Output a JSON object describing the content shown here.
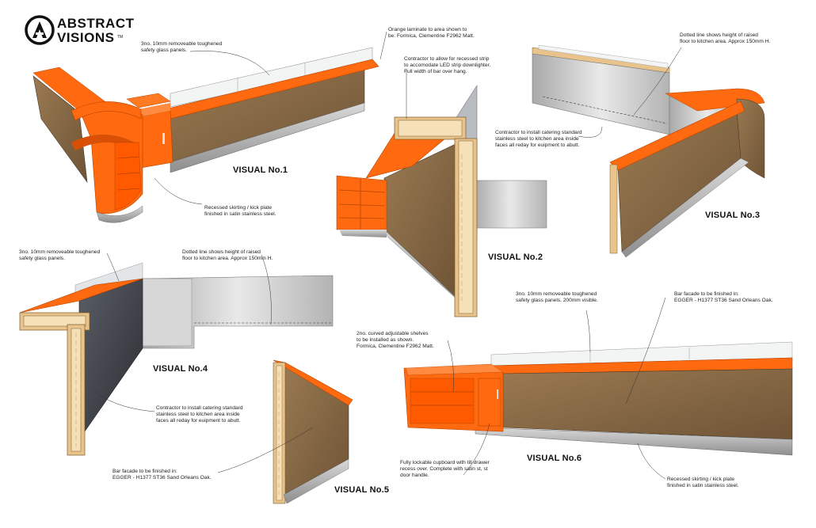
{
  "brand": {
    "line1": "ABSTRACT",
    "line2": "VISIONS",
    "tm": "TM",
    "logo_icon": "a-in-circle-icon"
  },
  "colors": {
    "orange": "#ff6a10",
    "orange_dark": "#d84f05",
    "wood": "#8a6a45",
    "wood_dark": "#6d5233",
    "steel": "#c9c9c9",
    "steel_dark": "#8d8d8d",
    "ply": "#e8c48c",
    "glass": "#f2f4f4",
    "dark_panel": "#3b3e44"
  },
  "visuals": [
    {
      "title": "VISUAL No.1"
    },
    {
      "title": "VISUAL No.2"
    },
    {
      "title": "VISUAL No.3"
    },
    {
      "title": "VISUAL No.4"
    },
    {
      "title": "VISUAL No.5"
    },
    {
      "title": "VISUAL No.6"
    }
  ],
  "notes": {
    "v1_glass": "3no. 10mm removeable toughened\nsafety glass panels.",
    "v1_orange": "Orange laminate to area shown to\nbe: Formica, Clementine F2962 Matt.",
    "v1_skirting": "Recessed skirting / kick plate\nfinished in satin stainless steel.",
    "v2_led": "Contractor to allow for recessed strip\nto accomodate LED strip downlighter.\nFull width of bar over hang.",
    "v3_floor": "Dotted line shows height of raised\nfloor to kitchen area. Approx 150mm H.",
    "v3_steel": "Contractor to install catering standard\nstainless steel to kitchen area inside\nfaces all reday for euipment to abutt.",
    "v4_glass": "3no. 10mm removeable toughened\nsafety glass panels.",
    "v4_floor": "Dotted line shows height of raised\nfloor to kitchen area. Approx 150mm H.",
    "v4_steel": "Contractor to install catering standard\nstainless steel to kitchen area inside\nfaces all reday for euipment to abutt.",
    "v5_facade": "Bar facade to be finished in:\nEGGER - H1377 ST36 Sand Orleans Oak.",
    "v6_shelves": "2no. curved adjustable shelves\nto be installed as shown.\nFormica, Clementine F2962 Matt.",
    "v6_glass": "3no. 10mm removeable toughened\nsafety glass panels. 200mm visible.",
    "v6_facade": "Bar facade to be finished in:\nEGGER - H1377 ST36 Sand Orleans Oak.",
    "v6_cupboard": "Fully lockable cupboard with till drawer\nrecess over. Complete with satin st, st\ndoor handle.",
    "v6_skirting": "Recessed skirting / kick plate\nfinished in satin stainless steel."
  }
}
